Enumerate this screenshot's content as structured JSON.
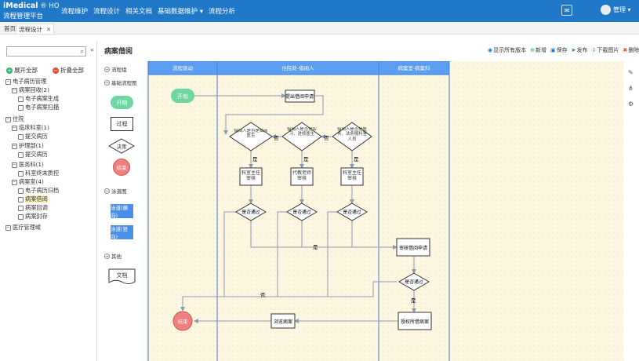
{
  "header": {
    "logo": "iMedical",
    "logo_suffix": "HO",
    "app_name": "流程管理平台",
    "nav": [
      "流程维护",
      "流程设计",
      "相关文档",
      "基础数据维护 ▾",
      "流程分析"
    ],
    "user_name": "管理 ▾"
  },
  "tabs": [
    {
      "label": "首页"
    },
    {
      "label": "流程设计",
      "close": "✕"
    }
  ],
  "sidebar": {
    "search_placeholder": "",
    "collapse": "«",
    "expand_all": "展开全部",
    "collapse_all": "折叠全部",
    "tree": [
      {
        "label": "电子病历管理",
        "level": 0
      },
      {
        "label": "病案回收(2)",
        "level": 1
      },
      {
        "label": "电子病案生成",
        "level": 2
      },
      {
        "label": "电子病案扫描",
        "level": 2
      },
      {
        "label": "住院",
        "level": 0
      },
      {
        "label": "临床科室(1)",
        "level": 1
      },
      {
        "label": "提交病历",
        "level": 2
      },
      {
        "label": "护理部(1)",
        "level": 1
      },
      {
        "label": "提交病历",
        "level": 2
      },
      {
        "label": "医务科(1)",
        "level": 1
      },
      {
        "label": "科室终末质控",
        "level": 2
      },
      {
        "label": "病案室(4)",
        "level": 1
      },
      {
        "label": "电子病历归档",
        "level": 2
      },
      {
        "label": "病案借阅",
        "level": 2,
        "selected": true
      },
      {
        "label": "病案回调",
        "level": 2
      },
      {
        "label": "病案封存",
        "level": 2
      },
      {
        "label": "医疗管理域",
        "level": 0
      }
    ]
  },
  "canvas": {
    "title": "病案借阅",
    "toolbar": [
      "显示所有版本",
      "新增",
      "保存",
      "发布",
      "下载图片",
      "删除"
    ]
  },
  "palette": {
    "groups": [
      "流程组",
      "基础流程图",
      "泳道图",
      "其他"
    ],
    "items": [
      "开始",
      "过程",
      "决策",
      "结束",
      "泳道(横向)",
      "泳道(竖向)",
      "文档"
    ]
  },
  "lanes": [
    "流程驱动",
    "住院处-借阅人",
    "病案室-病案科"
  ],
  "nodes": {
    "start": "开始",
    "apply": "提出借阅申请",
    "d1": "借阅人是否是临床医生",
    "d2": "借阅人是否是实习、进修医生",
    "d3": "借阅人是否是医务、法务稽科室人员",
    "a1": "科室主任审核",
    "a2": "代教老师审核",
    "a3": "科室主任审核",
    "p1": "是否通过",
    "p2": "是否通过",
    "p3": "是否通过",
    "review": "审核借阅申请",
    "p4": "是否通过",
    "grant": "授权所借病案",
    "browse": "浏览病案",
    "end": "结束"
  },
  "edge_labels": {
    "yes": "是",
    "no": "否"
  },
  "colors": {
    "topbar": "#1f78c8",
    "lane_header": "#5b9df0",
    "grid_bg": "#fdf6e0",
    "start_node": "#6ed6a0",
    "end_node": "#f07f7f",
    "swimlane_item": "#4a8fe8"
  },
  "right_tools": [
    "pencil-icon",
    "hierarchy-icon",
    "gear-icon"
  ]
}
